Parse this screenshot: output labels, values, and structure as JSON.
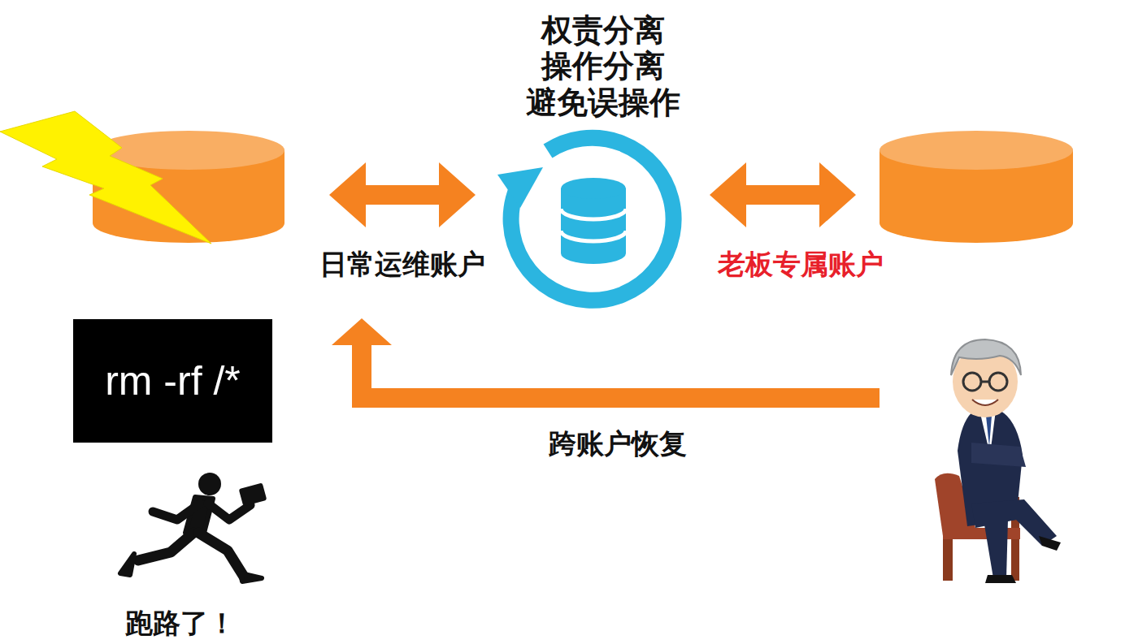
{
  "diagram": {
    "nodes": [
      {
        "text": [
          "rm -rf /*"
        ]
      }
    ],
    "labels": [
      "权责分离 操作分离 避免误操作",
      "日常运维账户",
      "老板专属账户",
      "跨账户恢复",
      "跑路了！"
    ]
  }
}
